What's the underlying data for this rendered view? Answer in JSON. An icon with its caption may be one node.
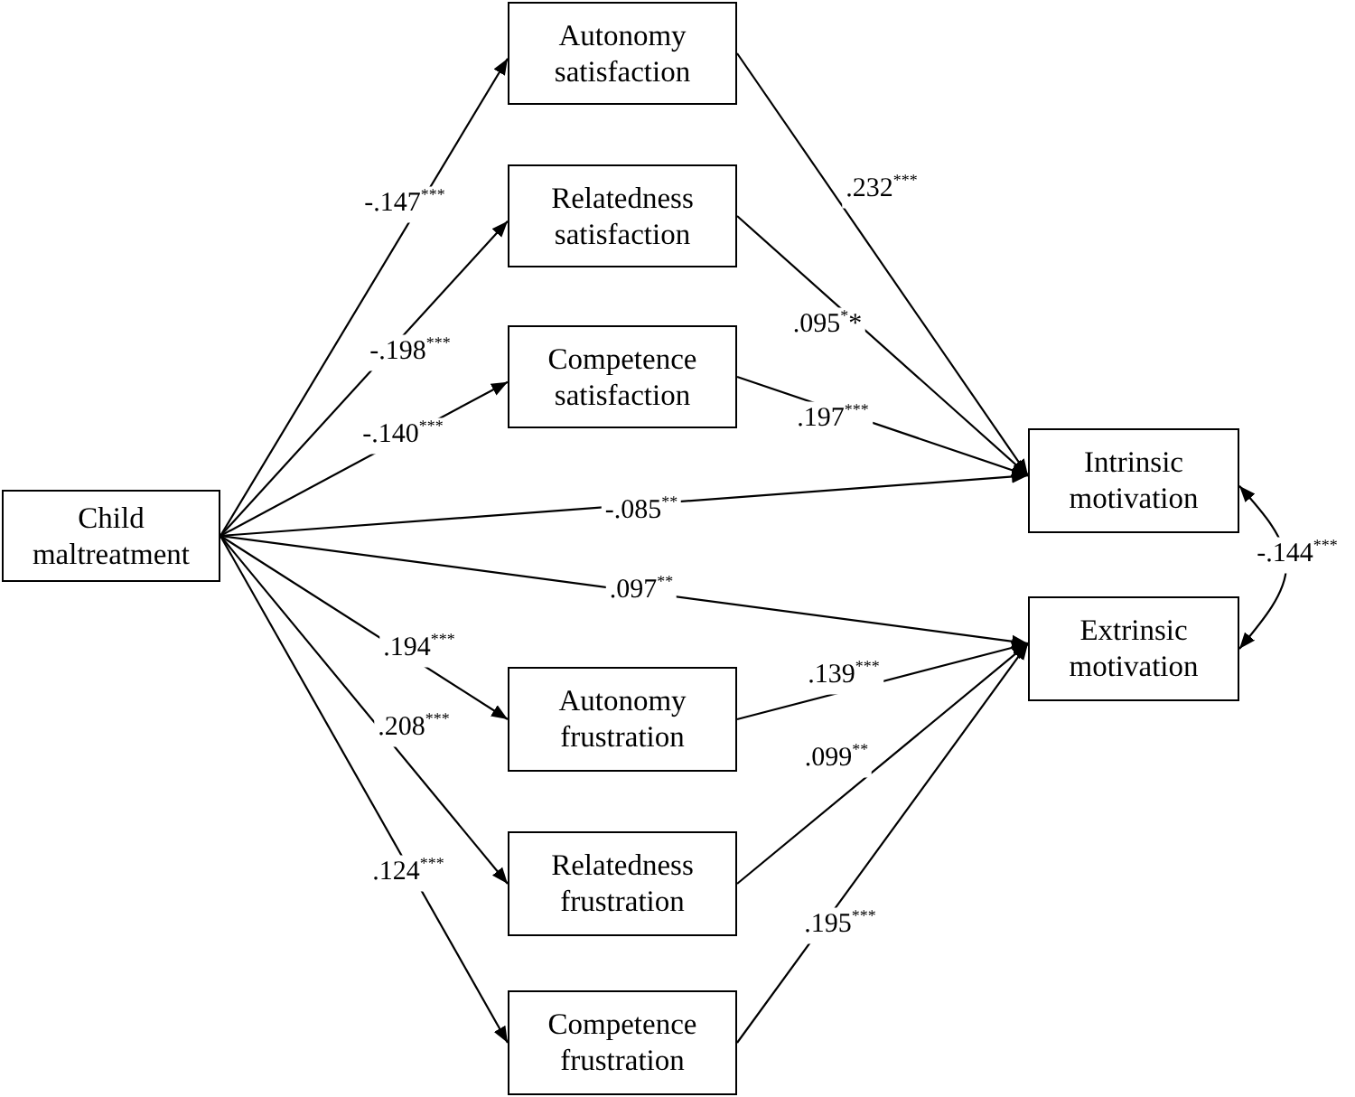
{
  "diagram": {
    "nodes": [
      {
        "text": [
          "Child maltreatment"
        ]
      },
      {
        "text": [
          "Autonomy satisfaction"
        ]
      },
      {
        "text": [
          "Relatedness satisfaction"
        ]
      },
      {
        "text": [
          "Competence satisfaction"
        ]
      },
      {
        "text": [
          "Intrinsic motivation"
        ]
      },
      {
        "text": [
          "Extrinsic motivation"
        ]
      },
      {
        "text": [
          "Autonomy frustration"
        ]
      },
      {
        "text": [
          "Relatedness frustration"
        ]
      },
      {
        "text": [
          "Competence frustration"
        ]
      }
    ],
    "edges": [
      {
        "from": 0,
        "to": 1,
        "arrow": "to",
        "label": "-.147$^{***}$"
      },
      {
        "from": 0,
        "to": 2,
        "arrow": "to",
        "label": "-.198$^{***}$"
      },
      {
        "from": 0,
        "to": 3,
        "arrow": "to",
        "label": "-.140$^{***}$"
      },
      {
        "from": 0,
        "to": 4,
        "arrow": "to",
        "label": "-.085$^{**}$"
      },
      {
        "from": 0,
        "to": 5,
        "arrow": "to",
        "label": ".097$^{**}$"
      },
      {
        "from": 0,
        "to": 6,
        "arrow": "to",
        "label": ".194$^{***}$"
      },
      {
        "from": 0,
        "to": 7,
        "arrow": "to",
        "label": ".208$^{***}$"
      },
      {
        "from": 0,
        "to": 8,
        "arrow": "to",
        "label": ".124$^{***}$"
      },
      {
        "from": 1,
        "to": 4,
        "arrow": "to",
        "label": ".232$^{***}$"
      },
      {
        "from": 2,
        "to": 4,
        "arrow": "to",
        "label": ".095$^{*}$*"
      },
      {
        "from": 3,
        "to": 4,
        "arrow": "to",
        "label": ".197$^{***}$"
      },
      {
        "from": 6,
        "to": 5,
        "arrow": "to",
        "label": ".139$^{***}$"
      },
      {
        "from": 7,
        "to": 5,
        "arrow": "to",
        "label": ".099$^{**}$"
      },
      {
        "from": 8,
        "to": 5,
        "arrow": "to",
        "label": ".195$^{***}$"
      },
      {
        "from": 4,
        "to": 5,
        "arrow": "both",
        "label": "-.144$^{***}$"
      }
    ]
  }
}
